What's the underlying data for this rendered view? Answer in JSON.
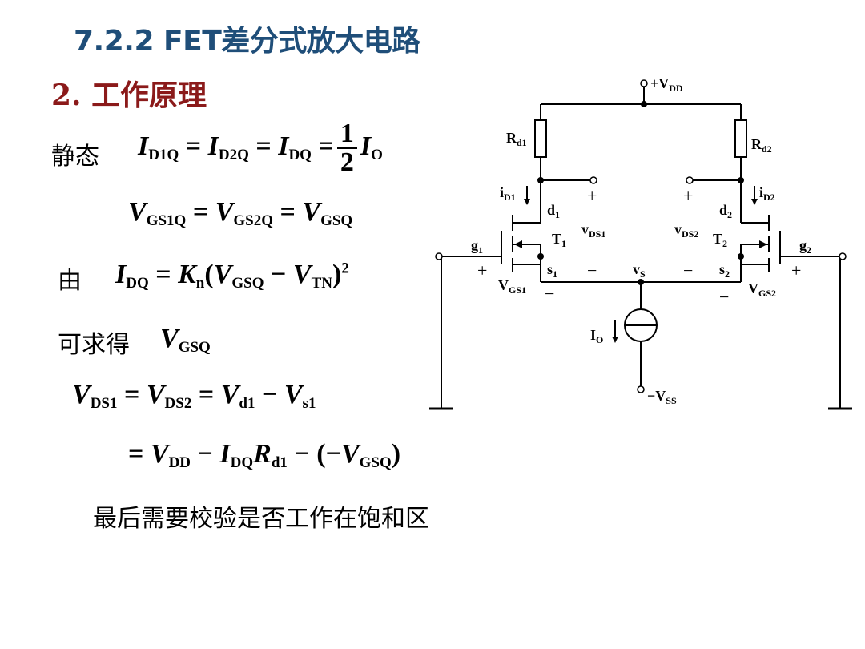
{
  "header": {
    "title": "7.2.2 FET差分式放大电路"
  },
  "section": {
    "heading": "2. 工作原理"
  },
  "labels": {
    "static": "静态",
    "by": "由",
    "obtain": "可求得",
    "conclusion": "最后需要校验是否工作在饱和区"
  },
  "circuit": {
    "vdd": "+V",
    "vdd_sub": "DD",
    "vss": "−V",
    "vss_sub": "SS",
    "rd1": "R",
    "rd1_sub": "d1",
    "rd2": "R",
    "rd2_sub": "d2",
    "id1": "i",
    "id1_sub": "D1",
    "id2": "i",
    "id2_sub": "D2",
    "d1": "d",
    "d1_sub": "1",
    "d2": "d",
    "d2_sub": "2",
    "t1": "T",
    "t1_sub": "1",
    "t2": "T",
    "t2_sub": "2",
    "g1": "g",
    "g1_sub": "1",
    "g2": "g",
    "g2_sub": "2",
    "s1": "s",
    "s1_sub": "1",
    "s2": "s",
    "s2_sub": "2",
    "vds1": "v",
    "vds1_sub": "DS1",
    "vds2": "v",
    "vds2_sub": "DS2",
    "vs": "v",
    "vs_sub": "S",
    "vgs1": "V",
    "vgs1_sub": "GS1",
    "vgs2": "V",
    "vgs2_sub": "GS2",
    "io": "I",
    "io_sub": "O",
    "plus": "+",
    "minus": "−"
  }
}
